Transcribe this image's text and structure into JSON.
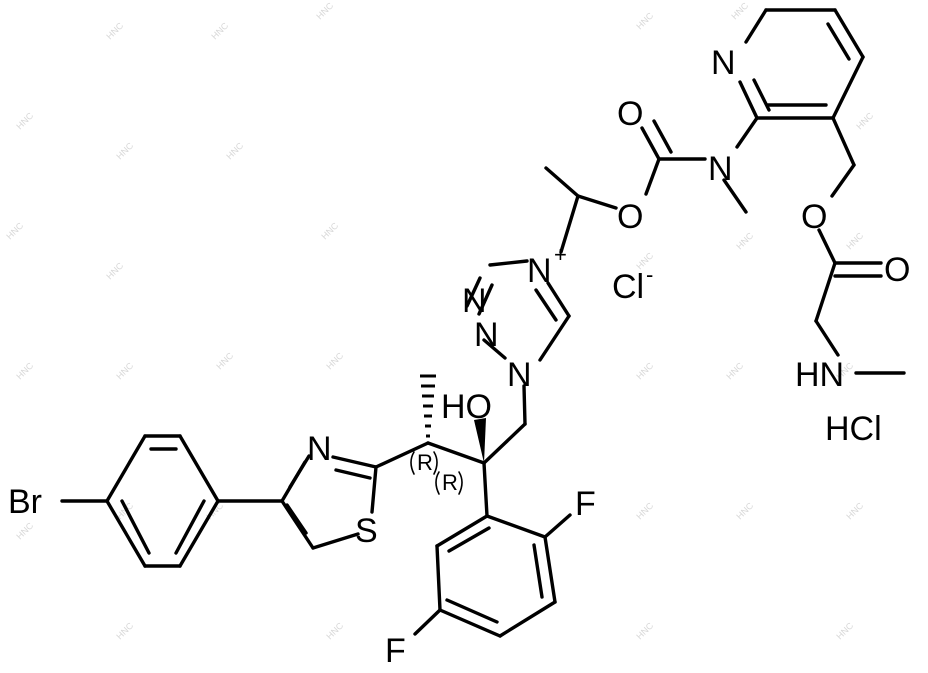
{
  "structure": {
    "atoms": {
      "br": "Br",
      "thiazole_n": "N",
      "thiazole_s": "S",
      "ho": "HO",
      "triazole_n2": "N",
      "triazole_n1": "N",
      "triazole_n1_sub": "N",
      "triazolium_n": "N",
      "triazolium_charge": "+",
      "chloride": "Cl",
      "chloride_charge": "-",
      "ether_o": "O",
      "carbonyl_o": "O",
      "carbamate_n": "N",
      "pyridine_n": "N",
      "ester_o": "O",
      "ester_carbonyl_o": "O",
      "amine_nh": "HN",
      "f_top": "F",
      "f_bottom": "F",
      "hcl": "HCl"
    },
    "stereo": {
      "r1": "R",
      "r2": "R"
    }
  },
  "watermark": "HNC"
}
